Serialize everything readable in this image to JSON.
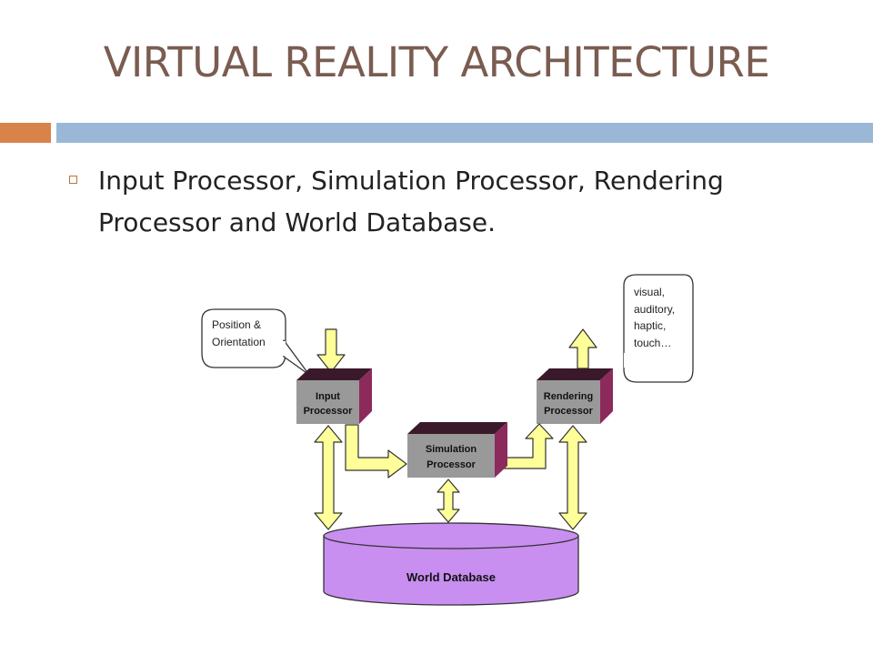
{
  "slide": {
    "title": "VIRTUAL REALITY ARCHITECTURE",
    "bullet": "Input Processor, Simulation Processor, Rendering Processor and World Database."
  },
  "diagram": {
    "input_callout": {
      "line1": "Position &",
      "line2": "Orientation"
    },
    "output_callout": {
      "line1": "visual,",
      "line2": "auditory,",
      "line3": "haptic,",
      "line4": "touch…"
    },
    "input_processor": {
      "line1": "Input",
      "line2": "Processor"
    },
    "simulation_processor": {
      "line1": "Simulation",
      "line2": "Processor"
    },
    "rendering_processor": {
      "line1": "Rendering",
      "line2": "Processor"
    },
    "world_database": {
      "label": "World Database"
    }
  },
  "colors": {
    "title": "#7a5c50",
    "accent_orange": "#d8834a",
    "accent_blue": "#9ab8d6",
    "box_face": "#999999",
    "box_top": "#3a1a2a",
    "box_side": "#8c2a5c",
    "arrow_fill": "#ffff99",
    "database_fill": "#c88ef0"
  }
}
